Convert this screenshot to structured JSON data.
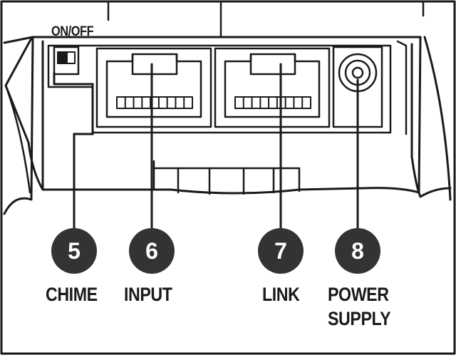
{
  "switch_label": "ON/OFF",
  "callouts": [
    {
      "number": "5",
      "name": "CHIME"
    },
    {
      "number": "6",
      "name": "INPUT"
    },
    {
      "number": "7",
      "name": "LINK"
    },
    {
      "number": "8",
      "name": "POWER",
      "name_line2": "SUPPLY"
    }
  ],
  "colors": {
    "line": "#1a1a1a",
    "callout_fill": "#333333",
    "background": "#ffffff"
  }
}
